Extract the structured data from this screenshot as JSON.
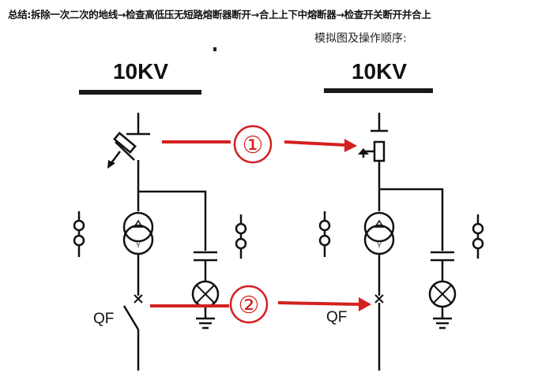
{
  "header": {
    "summary": "总结:拆除一次二次的地线→检查高低压无短路熔断器断开→合上上下中熔断器→检查开关断开并合上",
    "subtitle": "模拟图及操作顺序:"
  },
  "diagram": {
    "left": {
      "voltage": "10KV",
      "breaker": "QF"
    },
    "right": {
      "voltage": "10KV",
      "breaker": "QF"
    },
    "steps": [
      "①",
      "②"
    ],
    "colors": {
      "arrow": "#d42020",
      "line": "#111111"
    }
  }
}
